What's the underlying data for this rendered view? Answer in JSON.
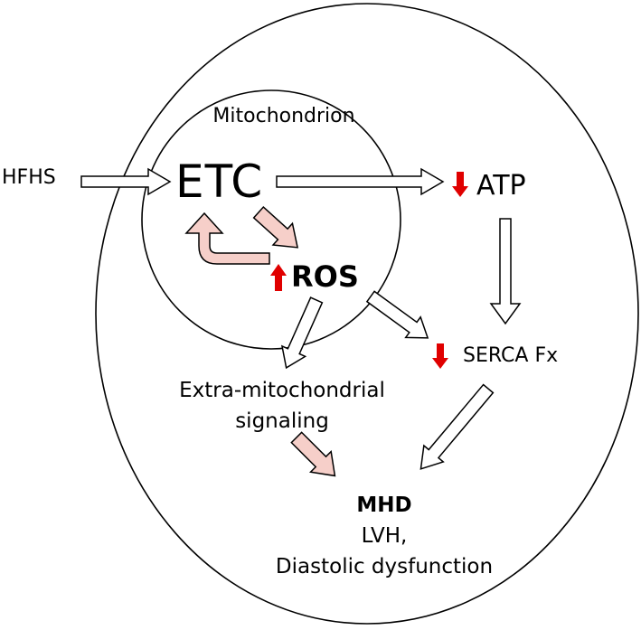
{
  "diagram": {
    "mitochondrion_label": "Mitochondrion",
    "input_label": "HFHS",
    "etc_label": "ETC",
    "atp_label": "ATP",
    "ros_label": "ROS",
    "serca_label": "SERCA Fx",
    "extra_label_line1": "Extra-mitochondrial",
    "extra_label_line2": "signaling",
    "outcome_title": "MHD",
    "outcome_line1": "LVH,",
    "outcome_line2": "Diastolic dysfunction"
  },
  "colors": {
    "outline": "#000000",
    "decrease_arrow": "#e00000",
    "increase_arrow": "#e00000",
    "pink_arrow_fill": "#f6cfc9",
    "white_arrow_fill": "#ffffff"
  },
  "indicators": {
    "atp": "decrease",
    "ros": "increase",
    "serca": "decrease"
  }
}
